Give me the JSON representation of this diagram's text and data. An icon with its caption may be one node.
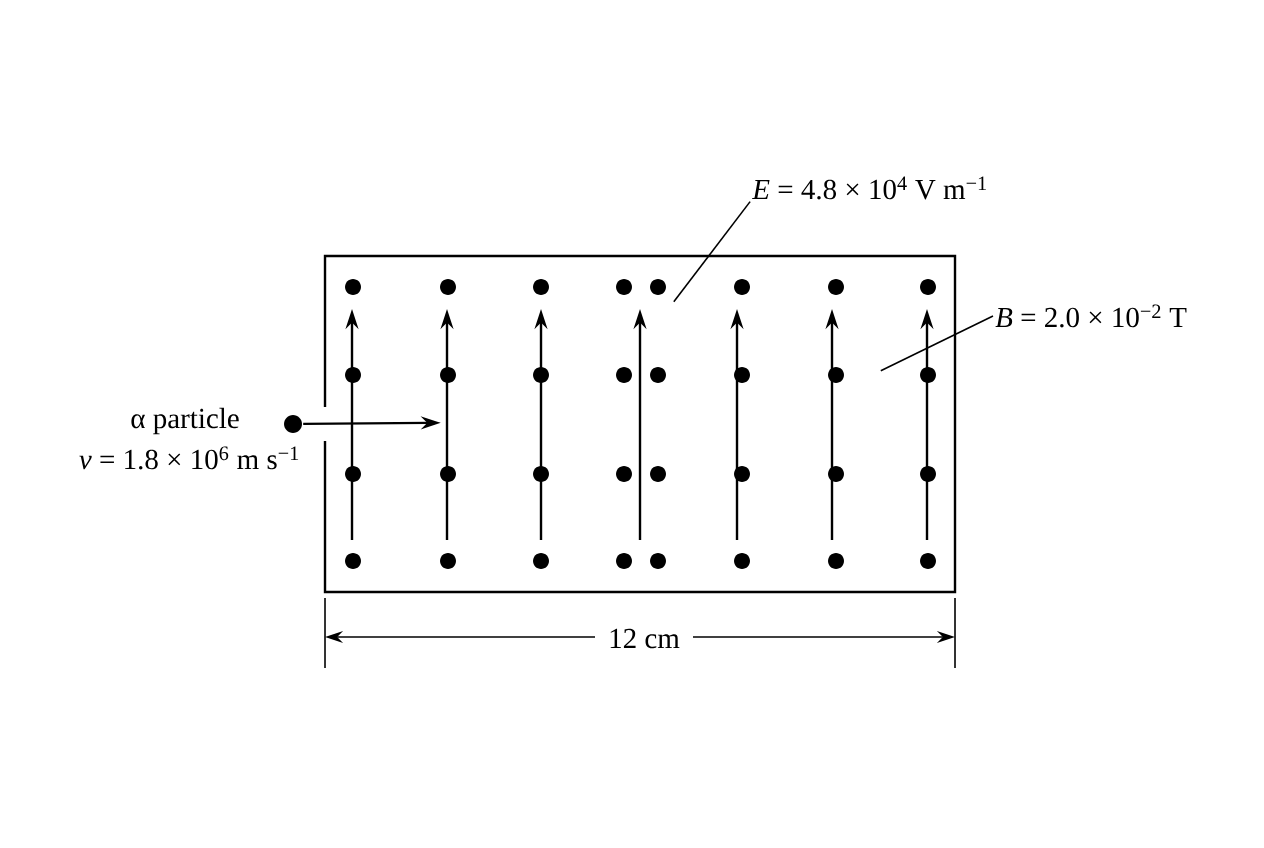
{
  "diagram": {
    "nodes": [
      {
        "text": [],
        "shape": "box"
      },
      {
        "text": [],
        "shape": "circle",
        "beside": [
          "α particle",
          "*v* = 1.8 × 10$^{6}$ m s$^{−1}$"
        ]
      },
      {
        "text": [
          "*E* = 4.8 × 10$^{4}$ V m$^{−1}$"
        ]
      },
      {
        "text": [
          "*B* = 2.0 × 10$^{−2}$ T"
        ]
      }
    ],
    "edges": [
      {
        "from": 1,
        "to": 0,
        "arrow": "to"
      },
      {
        "from": 2,
        "to": 0,
        "arrow": "none"
      },
      {
        "from": 3,
        "to": 0,
        "arrow": "none"
      }
    ],
    "labels": [
      "12 cm"
    ]
  }
}
